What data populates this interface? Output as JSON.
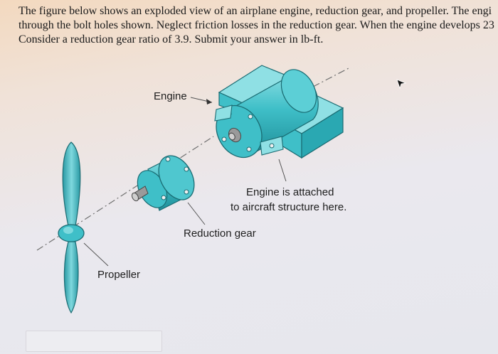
{
  "problem": {
    "lines": [
      "The figure below shows an exploded view of an airplane engine, reduction gear, and propeller. The engi",
      "through the bolt holes shown. Neglect friction losses in the reduction gear. When the engine develops 23",
      "Consider a reduction gear ratio of 3.9. Submit your answer in lb-ft."
    ]
  },
  "figure": {
    "labels": {
      "engine": "Engine",
      "engine_attached_line1": "Engine is attached",
      "engine_attached_line2": "to aircraft structure here.",
      "reduction_gear": "Reduction gear",
      "propeller": "Propeller"
    },
    "colors": {
      "part_teal": "#3fbfc8",
      "part_dark": "#1f8f99",
      "part_light": "#8fe0e4",
      "bolt_gray": "#8a8a8a"
    }
  },
  "answer": {
    "value": "",
    "placeholder": ""
  },
  "icons": {
    "cursor": "mouse-pointer-icon"
  }
}
